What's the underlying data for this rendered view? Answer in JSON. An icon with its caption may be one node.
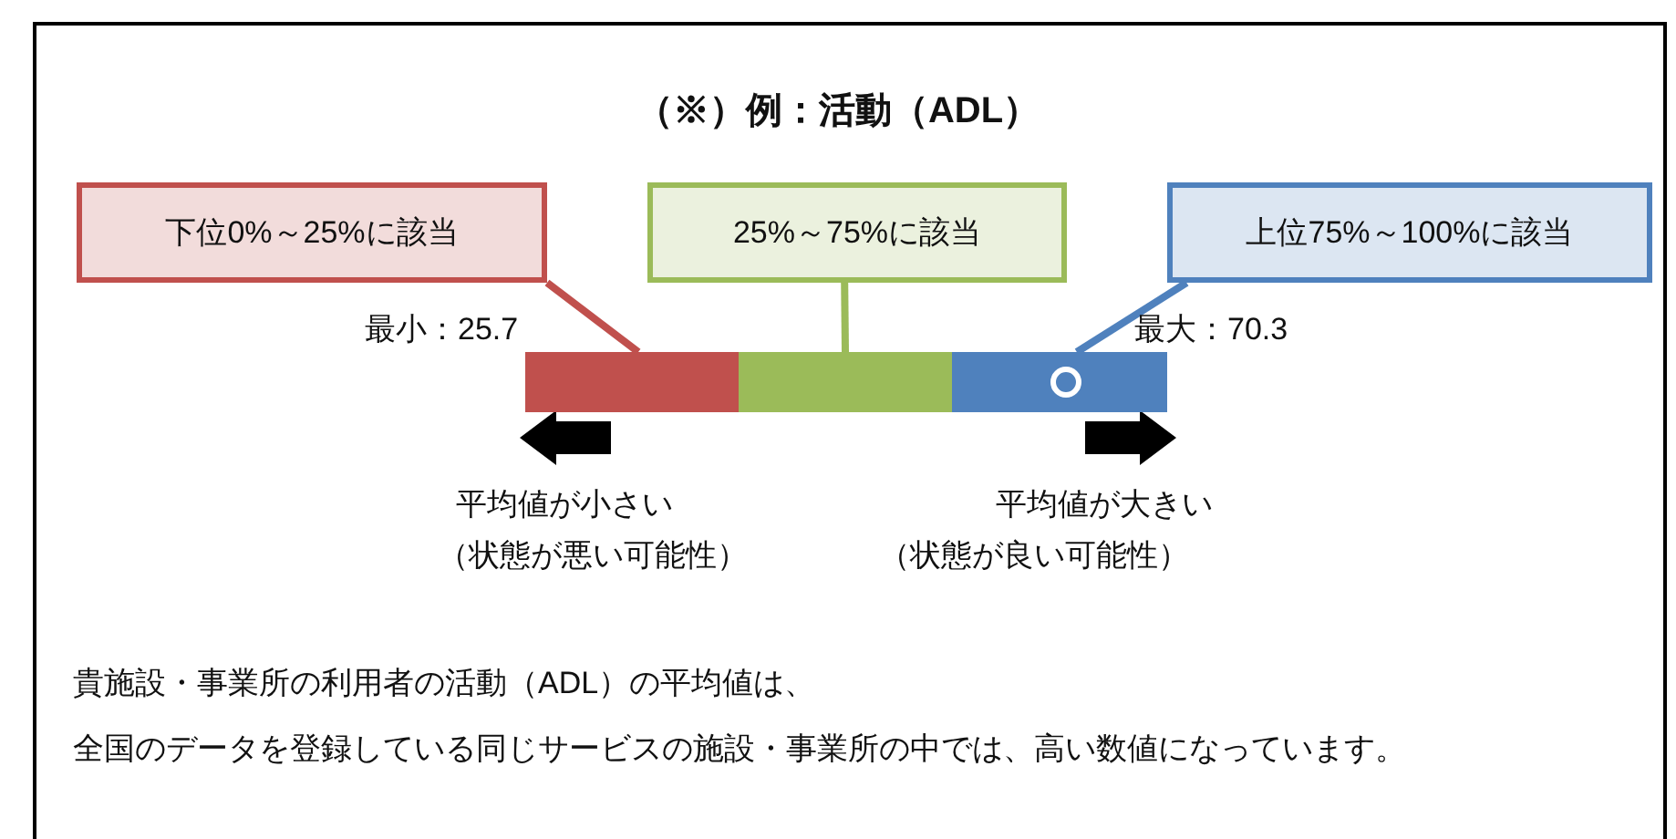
{
  "diagram": {
    "title": "（※）例：活動（ADL）",
    "nodes": [
      {
        "text": [
          "下位0%～25%に該当"
        ]
      },
      {
        "text": [
          "25%～75%に該当"
        ]
      },
      {
        "text": [
          "上位75%～100%に該当"
        ]
      },
      {
        "text": [],
        "shape": "bar"
      },
      {
        "text": [],
        "shape": "bar"
      },
      {
        "text": [],
        "shape": "bar"
      },
      {
        "text": [],
        "shape": "circle",
        "in": 5
      }
    ],
    "edges": [
      {
        "from": 0,
        "to": 3,
        "arrow": "none",
        "color": "#c0504d"
      },
      {
        "from": 1,
        "to": 4,
        "arrow": "none",
        "color": "#9bbb59"
      },
      {
        "from": 2,
        "to": 5,
        "arrow": "none",
        "color": "#4f81bd"
      }
    ],
    "labels": [
      "最小：25.7",
      "最大：70.3",
      "平均値が小さい",
      "（状態が悪い可能性）",
      "平均値が大きい",
      "（状態が良い可能性）",
      "貴施設・事業所の利用者の活動（ADL）の平均値は、",
      "全国のデータを登録している同じサービスの施設・事業所の中では、高い数値になっています。"
    ]
  }
}
